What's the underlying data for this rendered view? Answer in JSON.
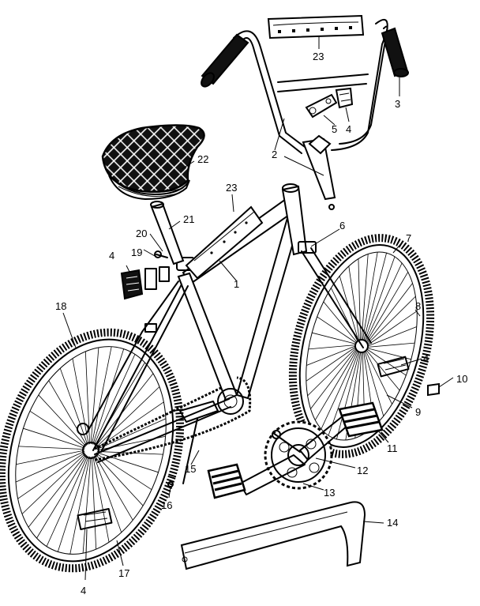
{
  "diagram": {
    "type": "exploded-parts-diagram",
    "callouts": [
      {
        "id": "c1",
        "text": "1"
      },
      {
        "id": "c2",
        "text": "2"
      },
      {
        "id": "c3",
        "text": "3"
      },
      {
        "id": "c4a",
        "text": "4"
      },
      {
        "id": "c4b",
        "text": "4"
      },
      {
        "id": "c4c",
        "text": "4"
      },
      {
        "id": "c4d",
        "text": "4"
      },
      {
        "id": "c5",
        "text": "5"
      },
      {
        "id": "c6",
        "text": "6"
      },
      {
        "id": "c7",
        "text": "7"
      },
      {
        "id": "c8",
        "text": "8"
      },
      {
        "id": "c9",
        "text": "9"
      },
      {
        "id": "c10",
        "text": "10"
      },
      {
        "id": "c11",
        "text": "11"
      },
      {
        "id": "c12",
        "text": "12"
      },
      {
        "id": "c13",
        "text": "13"
      },
      {
        "id": "c14",
        "text": "14"
      },
      {
        "id": "c15",
        "text": "15"
      },
      {
        "id": "c16",
        "text": "16"
      },
      {
        "id": "c17",
        "text": "17"
      },
      {
        "id": "c18",
        "text": "18"
      },
      {
        "id": "c19",
        "text": "19"
      },
      {
        "id": "c20",
        "text": "20"
      },
      {
        "id": "c21",
        "text": "21"
      },
      {
        "id": "c22",
        "text": "22"
      },
      {
        "id": "c23a",
        "text": "23"
      },
      {
        "id": "c23b",
        "text": "23"
      }
    ]
  }
}
